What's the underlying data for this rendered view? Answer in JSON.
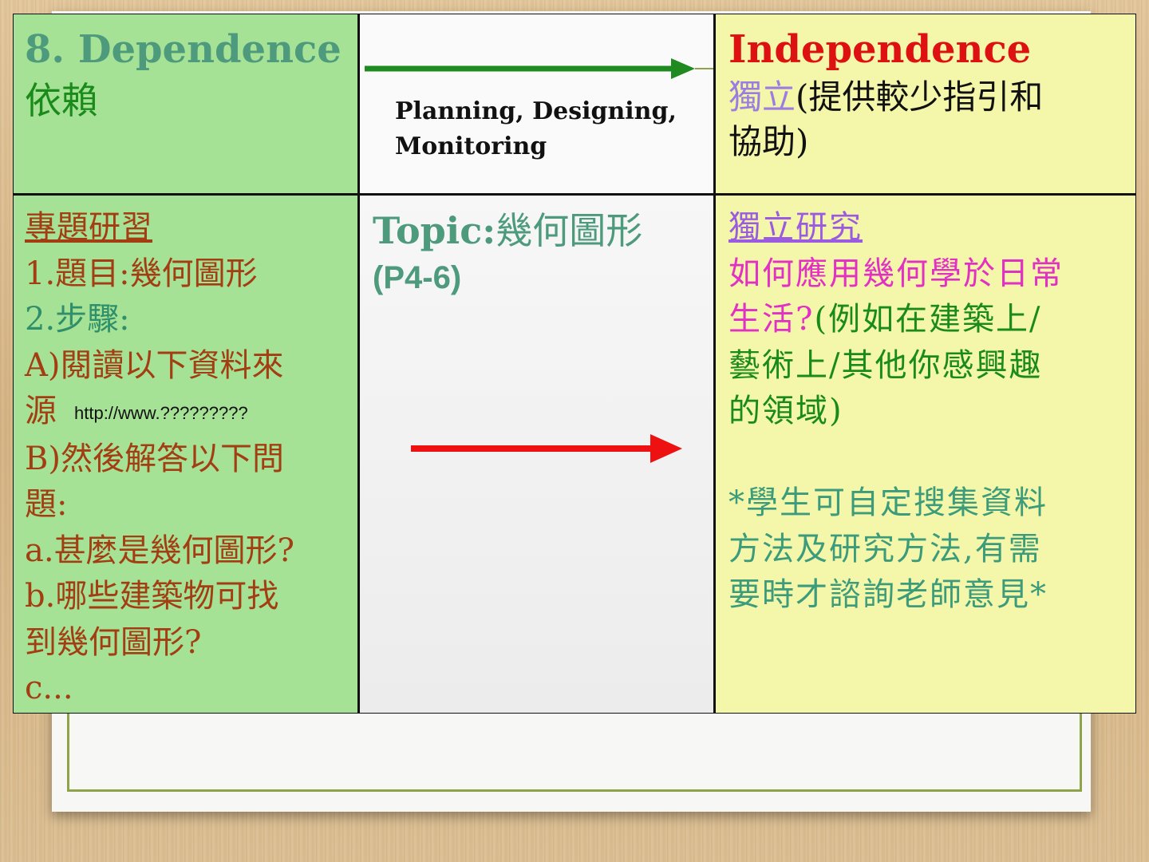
{
  "header": {
    "dependence_title": "8. Dependence",
    "dependence_zh": "依賴",
    "process_line1": "Planning, Designing,",
    "process_line2": "Monitoring",
    "independence_title": "Independence",
    "independence_zh_highlight": "獨立",
    "independence_zh_rest": "(提供較少指引和",
    "independence_zh_line2": "協助)"
  },
  "left": {
    "heading": "專題研習",
    "line1": "1.題目:幾何圖形",
    "line2": "2.步驟:",
    "line3": "A)閱讀以下資料來",
    "line4_zh": "源",
    "line4_url": "http://www.?????????",
    "line5": "B)然後解答以下問",
    "line6": "題:",
    "line7": "a.甚麼是幾何圖形?",
    "line8": "b.哪些建築物可找",
    "line9": "到幾何圖形?",
    "line10": "c..."
  },
  "middle": {
    "topic_label": "Topic:",
    "topic_zh": "幾何圖形",
    "grade": "(P4-6)"
  },
  "right": {
    "heading": "獨立研究",
    "q1_magenta_a": "如何應用幾何學於日常",
    "q1_magenta_b": "生活?",
    "q1_green_a": "(例如在建築上/",
    "q1_green_b": "藝術上/其他你感興趣",
    "q1_green_c": "的領域)",
    "note1": "*學生可自定搜集資料",
    "note2": "方法及研究方法,有需",
    "note3": "要時才諮詢老師意見*"
  },
  "colors": {
    "green_cell": "#a6e295",
    "yellow_cell": "#f4f7a9",
    "arrow_top": "#1f8a1f",
    "arrow_mid": "#ee1111"
  }
}
